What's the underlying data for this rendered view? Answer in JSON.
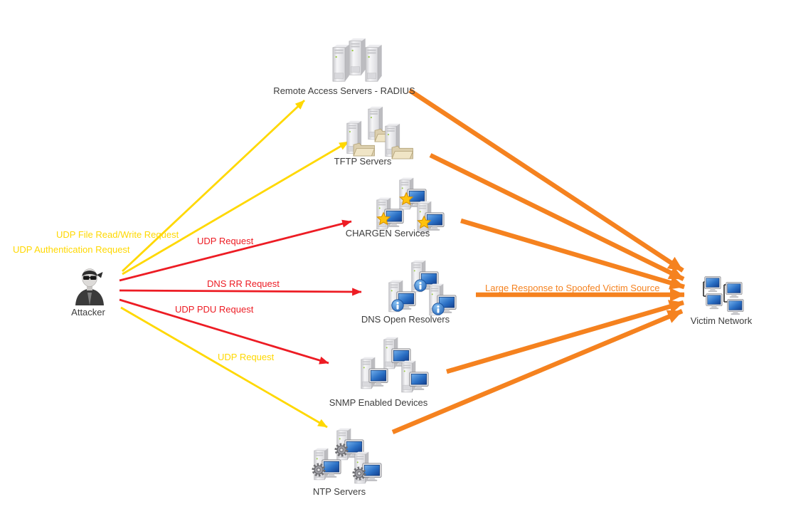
{
  "page": {
    "background": "#ffffff"
  },
  "colors": {
    "request_yellow": "#FFD800",
    "request_red": "#ED1C24",
    "response_orange": "#F5821F",
    "node_label_text": "#3D3D3D"
  },
  "nodes": {
    "attacker": {
      "label": "Attacker",
      "icon": "hacker-icon"
    },
    "radius": {
      "label": "Remote Access Servers - RADIUS",
      "icon": "server-cluster-icon"
    },
    "tftp": {
      "label": "TFTP Servers",
      "icon": "server-folder-cluster-icon"
    },
    "chargen": {
      "label": "CHARGEN Services",
      "icon": "server-monitor-star-cluster-icon"
    },
    "dns": {
      "label": "DNS Open Resolvers",
      "icon": "server-monitor-info-cluster-icon"
    },
    "snmp": {
      "label": "SNMP Enabled Devices",
      "icon": "server-monitor-cluster-icon"
    },
    "ntp": {
      "label": "NTP Servers",
      "icon": "server-monitor-gear-cluster-icon"
    },
    "victim": {
      "label": "Victim Network",
      "icon": "network-computers-icon"
    }
  },
  "edge_labels": {
    "udp_file": {
      "text": "UDP File Read/Write Request",
      "color": "#FFD800"
    },
    "udp_auth": {
      "text": "UDP Authentication Request",
      "color": "#FFD800"
    },
    "udp_request_chargen": {
      "text": "UDP Request",
      "color": "#ED1C24"
    },
    "dns_rr": {
      "text": "DNS RR Request",
      "color": "#ED1C24"
    },
    "udp_pdu": {
      "text": "UDP PDU Request",
      "color": "#ED1C24"
    },
    "udp_request_ntp": {
      "text": "UDP Request",
      "color": "#FFD800"
    },
    "large_response": {
      "text": "Large Response to Spoofed Victim Source",
      "color": "#F5821F"
    }
  }
}
